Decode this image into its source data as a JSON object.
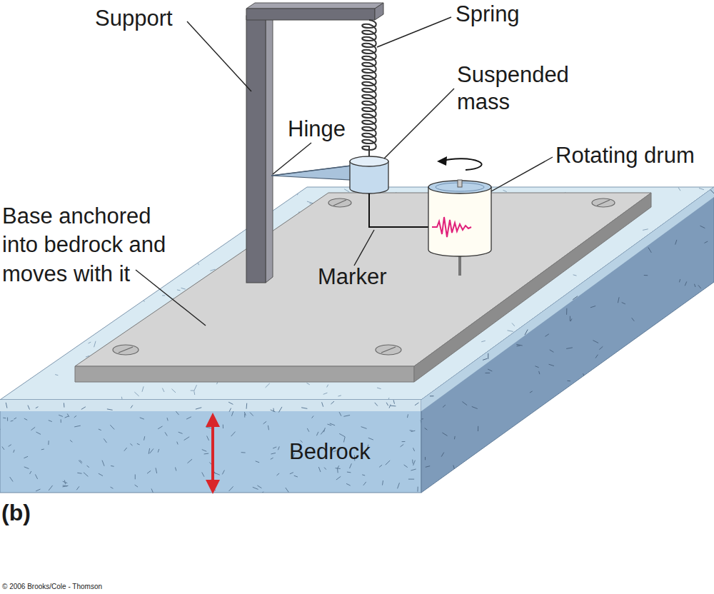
{
  "diagram": {
    "labels": [
      "Support",
      "Spring",
      "Suspended mass",
      "Hinge",
      "Rotating drum",
      "Base anchored into bedrock and moves with it",
      "Marker",
      "Bedrock",
      "(b)",
      "© 2006 Brooks/Cole - Thomson"
    ]
  }
}
